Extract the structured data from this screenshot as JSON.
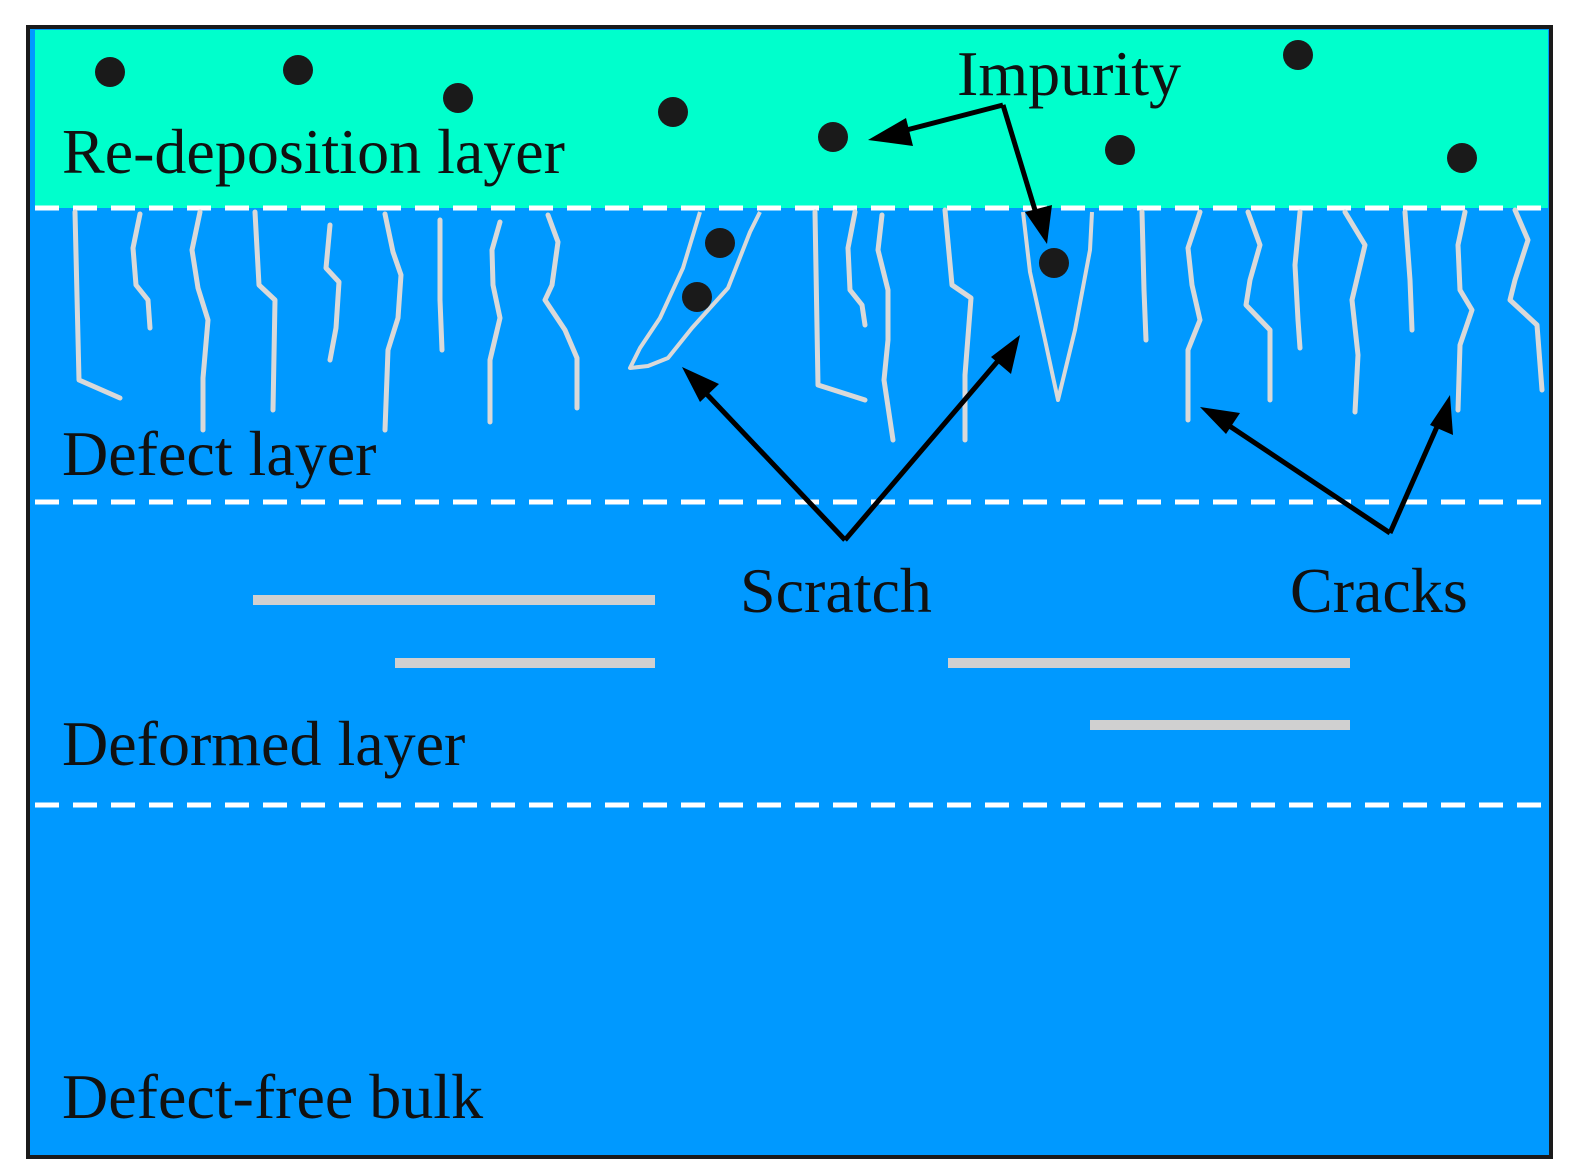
{
  "colors": {
    "redeposition": "#00ffcc",
    "substrate": "#0099ff",
    "frame": "#1a1a1a",
    "crack": "#d9d9d9",
    "impurity": "#1a1a1a"
  },
  "layers": {
    "redeposition": "Re-deposition layer",
    "defect": "Defect layer",
    "deformed": "Deformed layer",
    "bulk": "Defect-free bulk"
  },
  "callouts": {
    "impurity": "Impurity",
    "scratch": "Scratch",
    "cracks": "Cracks"
  }
}
